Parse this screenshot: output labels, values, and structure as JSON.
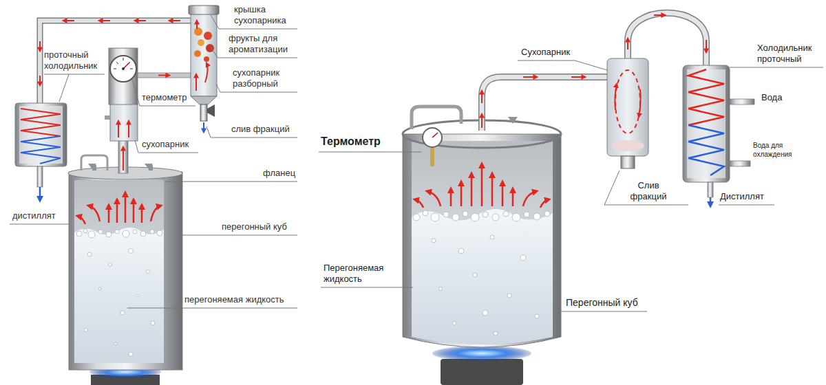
{
  "diagram": {
    "labels": [
      "крышка сухопарника",
      "проточный холодильник",
      "фрукты для ароматизации",
      "сухопарник разборный",
      "термометр",
      "слив фракций",
      "сухопарник",
      "фланец",
      "дистиллят",
      "перегонный куб",
      "перегоняемая жидкость",
      "Сухопарник",
      "Холодильник проточный",
      "Вода",
      "Термометр",
      "Вода для охлаждения",
      "Слив фракций",
      "Дистиллят",
      "Перегоняемая жидкость",
      "Перегонный куб"
    ]
  }
}
